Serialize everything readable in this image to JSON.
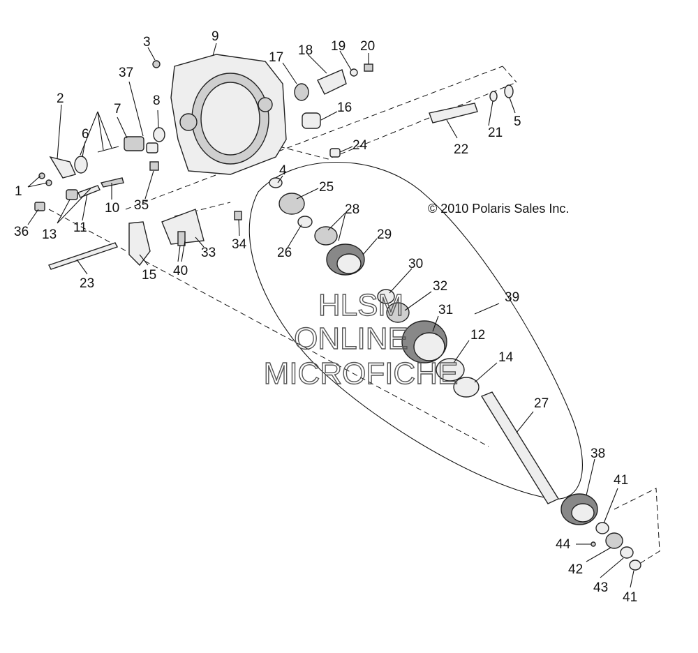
{
  "diagram": {
    "copyright": "© 2010 Polaris Sales Inc.",
    "watermark": [
      "HLSM",
      "ONLINE",
      "MICROFICHE"
    ],
    "callouts": [
      "1",
      "2",
      "3",
      "4",
      "5",
      "6",
      "7",
      "8",
      "9",
      "10",
      "11",
      "12",
      "13",
      "14",
      "15",
      "16",
      "17",
      "18",
      "19",
      "20",
      "21",
      "22",
      "23",
      "24",
      "25",
      "26",
      "27",
      "28",
      "29",
      "30",
      "31",
      "32",
      "33",
      "34",
      "35",
      "36",
      "37",
      "38",
      "39",
      "40",
      "41",
      "41",
      "42",
      "43",
      "44"
    ]
  }
}
